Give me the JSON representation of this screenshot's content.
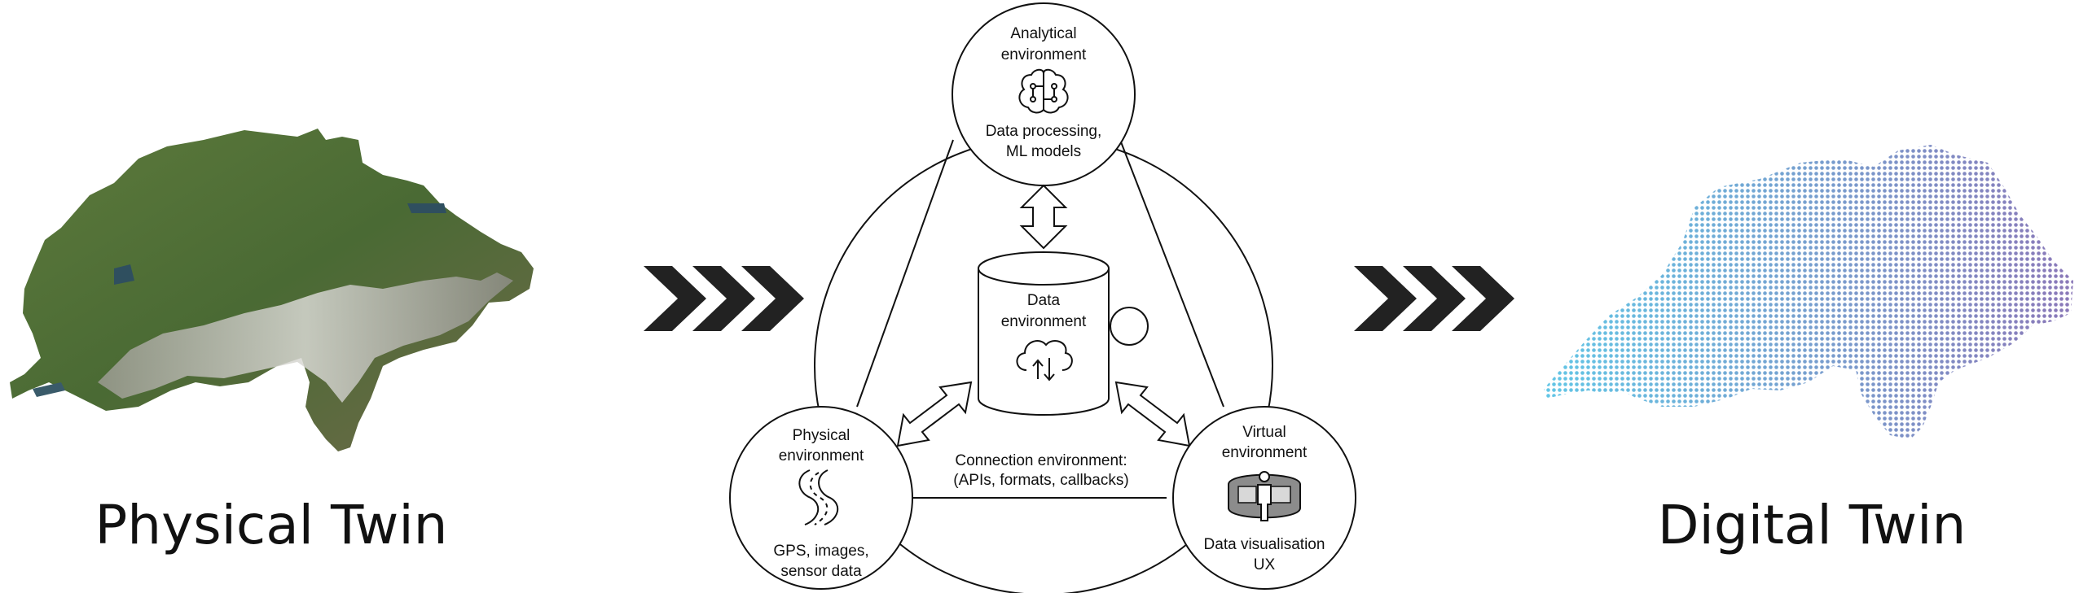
{
  "left_panel": {
    "label": "Physical Twin"
  },
  "right_panel": {
    "label": "Digital Twin"
  },
  "nodes": {
    "analytical": {
      "title_1": "Analytical",
      "title_2": "environment",
      "desc_1": "Data processing,",
      "desc_2": "ML models",
      "icon": "brain-circuit-icon"
    },
    "data": {
      "title_1": "Data",
      "title_2": "environment",
      "icon": "cloud-sync-icon"
    },
    "physical": {
      "title_1": "Physical",
      "title_2": "environment",
      "desc_1": "GPS, images,",
      "desc_2": "sensor data",
      "icon": "road-icon"
    },
    "virtual": {
      "title_1": "Virtual",
      "title_2": "environment",
      "desc_1": "Data visualisation",
      "desc_2": "UX",
      "icon": "vr-person-icon"
    }
  },
  "connection": {
    "line_1": "Connection environment:",
    "line_2": "(APIs, formats, callbacks)"
  },
  "colors": {
    "chevron": "#222222",
    "map_terrain": "#4d6b35",
    "dots_start": "#62c6e6",
    "dots_end": "#8a78b8"
  }
}
